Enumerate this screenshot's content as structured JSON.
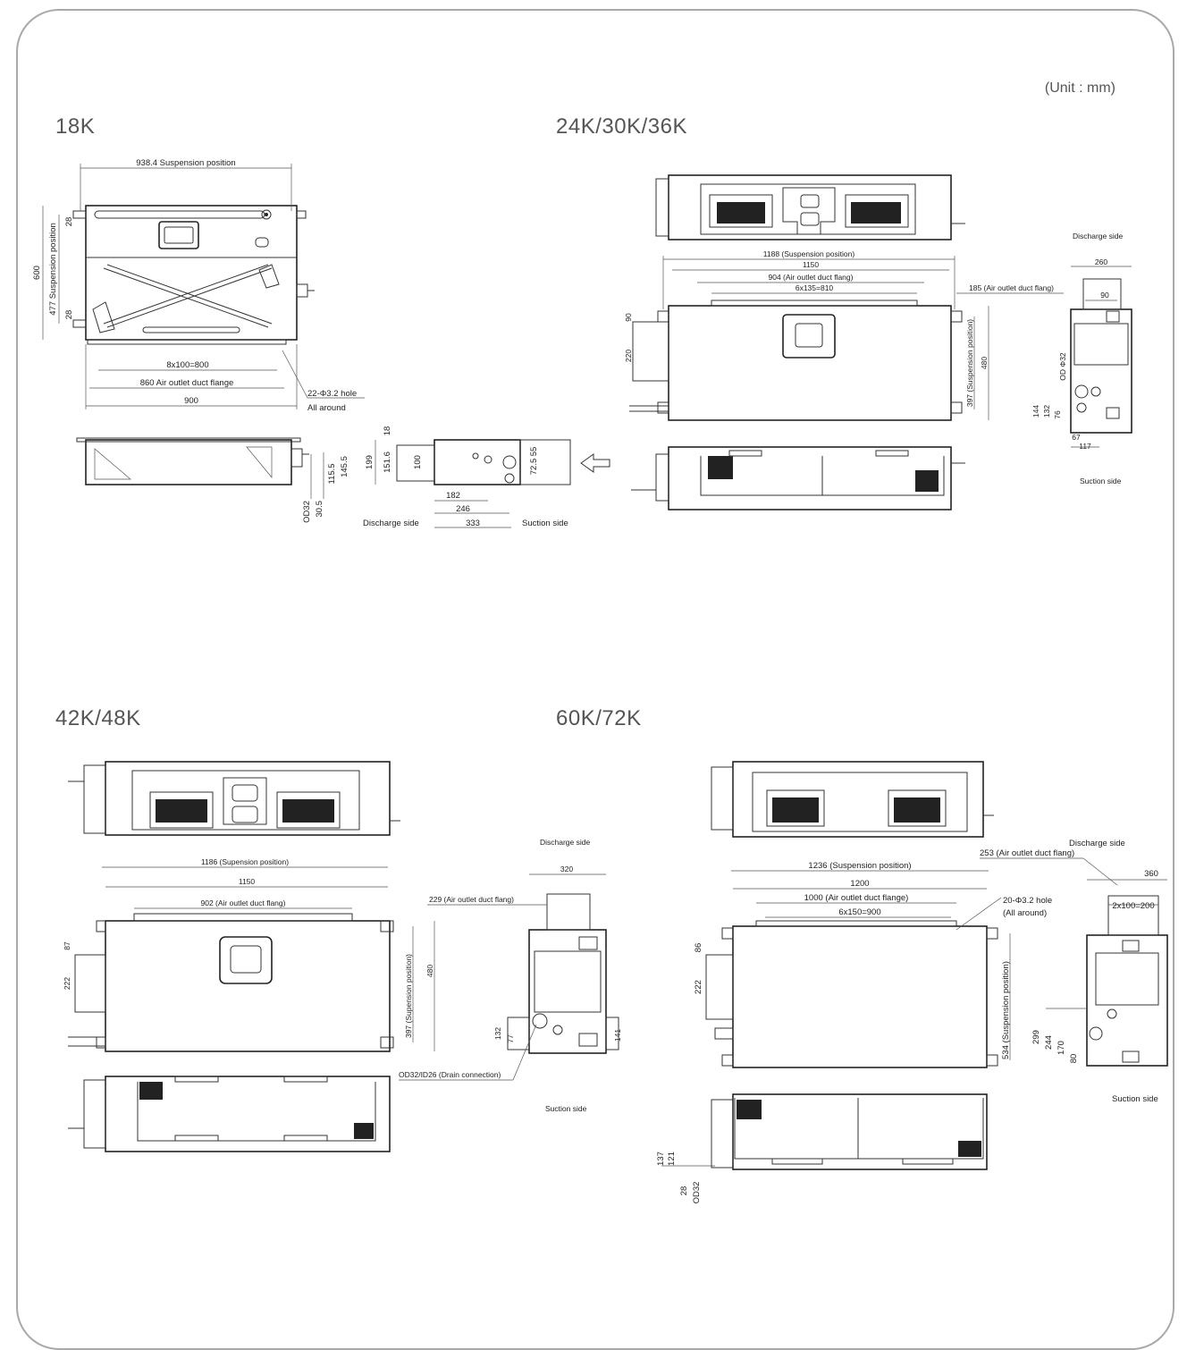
{
  "unit_note": "(Unit : mm)",
  "models": {
    "k18": {
      "title": "18K",
      "dims": {
        "suspension_width": "938.4 Suspension position",
        "height_600": "600",
        "suspension_height": "477 Suspension position",
        "d28a": "28",
        "d28b": "28",
        "pitch": "8x100=800",
        "flange": "860 Air outlet duct flange",
        "width_900": "900",
        "hole": "22-Φ3.2 hole",
        "around": "All around",
        "od32": "OD32",
        "d30_5": "30.5",
        "d115_5": "115.5",
        "d145_5": "145.5",
        "d18": "18",
        "d199": "199",
        "d151_6": "151.6",
        "d100": "100",
        "d72_5": "72.5",
        "d55": "55",
        "d182": "182",
        "d246": "246",
        "d333": "333",
        "discharge": "Discharge side",
        "suction": "Suction side"
      }
    },
    "k24": {
      "title": "24K/30K/36K",
      "dims": {
        "d1188": "1188 (Suspension position)",
        "d1150": "1150",
        "d904": "904 (Air outlet duct flang)",
        "d6x135": "6x135=810",
        "d185": "185 (Air outlet duct flang)",
        "d90": "90",
        "d220": "220",
        "d397": "397 (Suspension position)",
        "d480": "480",
        "discharge": "Discharge side",
        "d260": "260",
        "d90b": "90",
        "od32": "OD Φ32",
        "d144": "144",
        "d132": "132",
        "d76": "76",
        "d67": "67",
        "d117": "117",
        "suction": "Suction side"
      }
    },
    "k42": {
      "title": "42K/48K",
      "dims": {
        "d1186": "1186 (Supension position)",
        "d1150": "1150",
        "d902": "902 (Air outlet duct flang)",
        "d87": "87",
        "d222": "222",
        "d397": "397 (Supension position)",
        "d480": "480",
        "discharge": "Discharge side",
        "d320": "320",
        "d229": "229 (Air outlet duct flang)",
        "d132": "132",
        "d77": "77",
        "d141": "141",
        "drain": "OD32/ID26 (Drain connection)",
        "suction": "Suction side"
      }
    },
    "k60": {
      "title": "60K/72K",
      "dims": {
        "d1236": "1236 (Suspension position)",
        "d1200": "1200",
        "d1000": "1000 (Air outlet duct flange)",
        "d6x150": "6x150=900",
        "hole": "20-Φ3.2 hole",
        "around": "(All around)",
        "d253": "253 (Air outlet duct flang)",
        "discharge": "Discharge side",
        "d360": "360",
        "d2x100": "2x100=200",
        "d86": "86",
        "d222": "222",
        "d534": "534 (Suspension position)",
        "d299": "299",
        "d244": "244",
        "d170": "170",
        "d80": "80",
        "suction": "Suction side",
        "d137": "137",
        "d121": "121",
        "d28": "28",
        "od32": "OD32"
      }
    }
  }
}
